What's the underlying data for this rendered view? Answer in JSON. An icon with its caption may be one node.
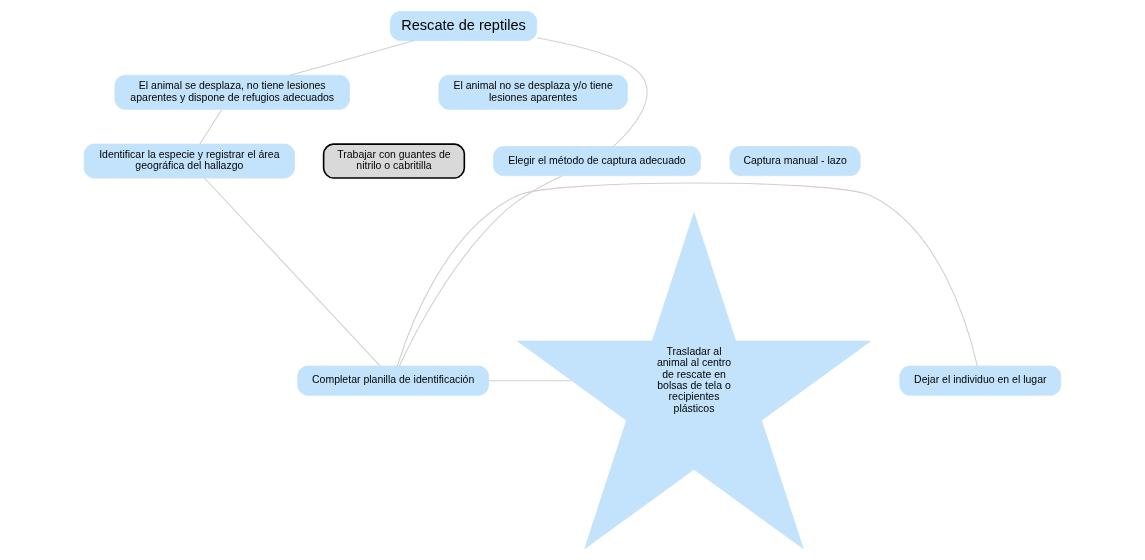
{
  "diagram": {
    "nodes": [
      {
        "text": [
          "Rescate de reptiles"
        ]
      },
      {
        "text": [
          "El animal se desplaza, no tiene lesiones aparentes y dispone de refugios adecuados"
        ]
      },
      {
        "text": [
          "El animal no se desplaza y/o tiene lesiones aparentes"
        ]
      },
      {
        "text": [
          "Trabajar con guantes de nitrilo o cabritilla"
        ]
      },
      {
        "text": [
          "Identificar la especie y registrar el área geográfica del hallazgo"
        ]
      },
      {
        "text": [
          "Elegir el método de captura adecuado"
        ]
      },
      {
        "text": [
          "Captura manual - lazo"
        ]
      },
      {
        "text": [
          "Dejar el individuo en el lugar"
        ]
      },
      {
        "text": [
          "Completar planilla de identificación"
        ]
      },
      {
        "text": [
          "Trasladar al animal al centro de rescate en bolsas de tela o recipientes plásticos"
        ]
      }
    ],
    "edges": [
      {
        "from": 0,
        "to": 1,
        "arrow": "none"
      },
      {
        "from": 0,
        "to": 5,
        "arrow": "none"
      },
      {
        "from": 1,
        "to": 4,
        "arrow": "none"
      },
      {
        "from": 4,
        "to": 8,
        "arrow": "none"
      },
      {
        "from": 5,
        "to": 8,
        "arrow": "none"
      },
      {
        "from": 8,
        "to": 7,
        "arrow": "none"
      },
      {
        "from": 8,
        "to": 9,
        "arrow": "none"
      }
    ]
  }
}
